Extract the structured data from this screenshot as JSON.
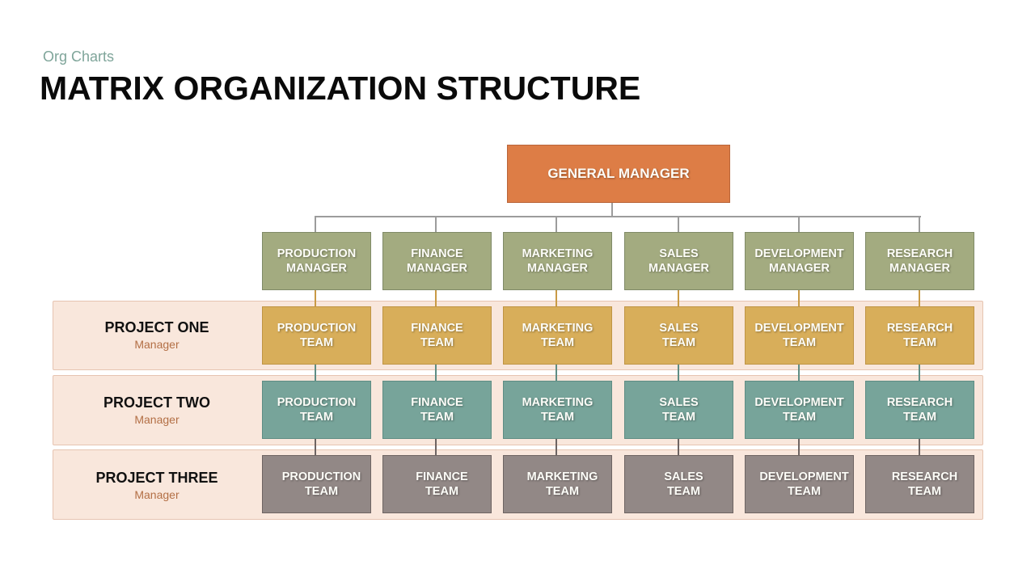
{
  "header": {
    "subtitle": "Org Charts",
    "title": "MATRIX ORGANIZATION STRUCTURE"
  },
  "colors": {
    "general_manager": "#dd7d46",
    "manager": "#a3ab80",
    "project_one": "#d8ae5a",
    "project_two": "#77a49a",
    "project_three": "#928886",
    "band_background": "#f9e7dc",
    "connector": "#9c9c9c"
  },
  "general_manager": {
    "label": "GENERAL MANAGER"
  },
  "managers": [
    {
      "line1": "PRODUCTION",
      "line2": "MANAGER"
    },
    {
      "line1": "FINANCE",
      "line2": "MANAGER"
    },
    {
      "line1": "MARKETING",
      "line2": "MANAGER"
    },
    {
      "line1": "SALES",
      "line2": "MANAGER"
    },
    {
      "line1": "DEVELOPMENT",
      "line2": "MANAGER"
    },
    {
      "line1": "RESEARCH",
      "line2": "MANAGER"
    }
  ],
  "projects": [
    {
      "name": "PROJECT ONE",
      "role": "Manager",
      "teams": [
        {
          "line1": "PRODUCTION",
          "line2": "TEAM"
        },
        {
          "line1": "FINANCE",
          "line2": "TEAM"
        },
        {
          "line1": "MARKETING",
          "line2": "TEAM"
        },
        {
          "line1": "SALES",
          "line2": "TEAM"
        },
        {
          "line1": "DEVELOPMENT",
          "line2": "TEAM"
        },
        {
          "line1": "RESEARCH",
          "line2": "TEAM"
        }
      ]
    },
    {
      "name": "PROJECT TWO",
      "role": "Manager",
      "teams": [
        {
          "line1": "PRODUCTION",
          "line2": "TEAM"
        },
        {
          "line1": "FINANCE",
          "line2": "TEAM"
        },
        {
          "line1": "MARKETING",
          "line2": "TEAM"
        },
        {
          "line1": "SALES",
          "line2": "TEAM"
        },
        {
          "line1": "DEVELOPMENT",
          "line2": "TEAM"
        },
        {
          "line1": "RESEARCH",
          "line2": "TEAM"
        }
      ]
    },
    {
      "name": "PROJECT THREE",
      "role": "Manager",
      "teams": [
        {
          "line1": "PRODUCTION",
          "line2": "TEAM"
        },
        {
          "line1": "FINANCE",
          "line2": "TEAM"
        },
        {
          "line1": "MARKETING",
          "line2": "TEAM"
        },
        {
          "line1": "SALES",
          "line2": "TEAM"
        },
        {
          "line1": "DEVELOPMENT",
          "line2": "TEAM"
        },
        {
          "line1": "RESEARCH",
          "line2": "TEAM"
        }
      ]
    }
  ]
}
